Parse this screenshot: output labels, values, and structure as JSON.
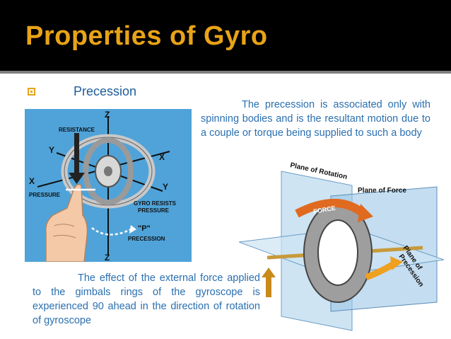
{
  "slide": {
    "title": "Properties of Gyro",
    "bullet": "Precession",
    "right_text": "The precession is associated only with spinning bodies and is the resultant motion due to a couple or torque being supplied to such a body",
    "left_text": "The effect of the external force applied to the gimbals rings of the gyroscope is experienced 90  ahead in the direction of rotation of gyroscope"
  },
  "figure_left": {
    "labels": {
      "z_top": "Z",
      "resistance": "RESISTANCE",
      "y_left": "Y",
      "x_right": "X",
      "x_left": "X",
      "y_right": "Y",
      "pressure": "PRESSURE",
      "gyro_resists_1": "GYRO RESISTS",
      "gyro_resists_2": "PRESSURE",
      "p": "\"P\"",
      "precession": "PRECESSION",
      "z_bottom": "Z"
    }
  },
  "figure_right": {
    "labels": {
      "plane_rotation": "Plane of Rotation",
      "plane_force": "Plane of Force",
      "force": "FORCE",
      "plane_precession_1": "Plane of",
      "plane_precession_2": "Precession"
    }
  },
  "colors": {
    "title": "#e8a317",
    "body_text": "#2a6fb0",
    "bullet_text": "#1f5c99",
    "fig_bg": "#4fa3d9"
  }
}
